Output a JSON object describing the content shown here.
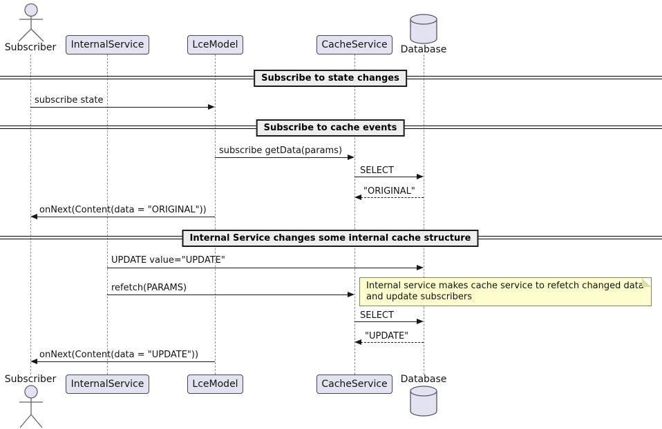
{
  "diagram": {
    "type": "sequence-diagram",
    "participants": [
      {
        "id": "subscriber",
        "label": "Subscriber",
        "kind": "actor"
      },
      {
        "id": "internal-service",
        "label": "InternalService",
        "kind": "box"
      },
      {
        "id": "lce-model",
        "label": "LceModel",
        "kind": "box"
      },
      {
        "id": "cache-service",
        "label": "CacheService",
        "kind": "box"
      },
      {
        "id": "database",
        "label": "Database",
        "kind": "database"
      }
    ],
    "dividers": [
      {
        "label": "Subscribe to state changes"
      },
      {
        "label": "Subscribe to cache events"
      },
      {
        "label": "Internal Service changes some internal cache structure"
      }
    ],
    "messages": [
      {
        "from": "Subscriber",
        "to": "LceModel",
        "label": "subscribe state",
        "style": "solid"
      },
      {
        "from": "LceModel",
        "to": "CacheService",
        "label": "subscribe getData(params)",
        "style": "solid"
      },
      {
        "from": "CacheService",
        "to": "Database",
        "label": "SELECT",
        "style": "solid"
      },
      {
        "from": "Database",
        "to": "CacheService",
        "label": "\"ORIGINAL\"",
        "style": "dashed-return"
      },
      {
        "from": "LceModel",
        "to": "Subscriber",
        "label": "onNext(Content(data = \"ORIGINAL\"))",
        "style": "solid"
      },
      {
        "from": "InternalService",
        "to": "Database",
        "label": "UPDATE value=\"UPDATE\"",
        "style": "solid"
      },
      {
        "from": "InternalService",
        "to": "CacheService",
        "label": "refetch(PARAMS)",
        "style": "solid"
      },
      {
        "from": "CacheService",
        "to": "Database",
        "label": "SELECT",
        "style": "solid"
      },
      {
        "from": "Database",
        "to": "CacheService",
        "label": "\"UPDATE\"",
        "style": "dashed-return"
      },
      {
        "from": "LceModel",
        "to": "Subscriber",
        "label": "onNext(Content(data = \"UPDATE\"))",
        "style": "solid"
      }
    ],
    "note": {
      "attached_to": "refetch(PARAMS)",
      "text": "Internal service makes cache service to refetch changed data and update subscribers"
    }
  },
  "colors": {
    "participant_fill": "#E2E2F0",
    "participant_border": "#43435a",
    "divider_fill": "#EEEEEE",
    "divider_border": "#1a1a1a",
    "note_fill": "#FDFDCD",
    "note_border": "#85855c",
    "line": "#181818",
    "lifeline": "#8c8c8c"
  }
}
